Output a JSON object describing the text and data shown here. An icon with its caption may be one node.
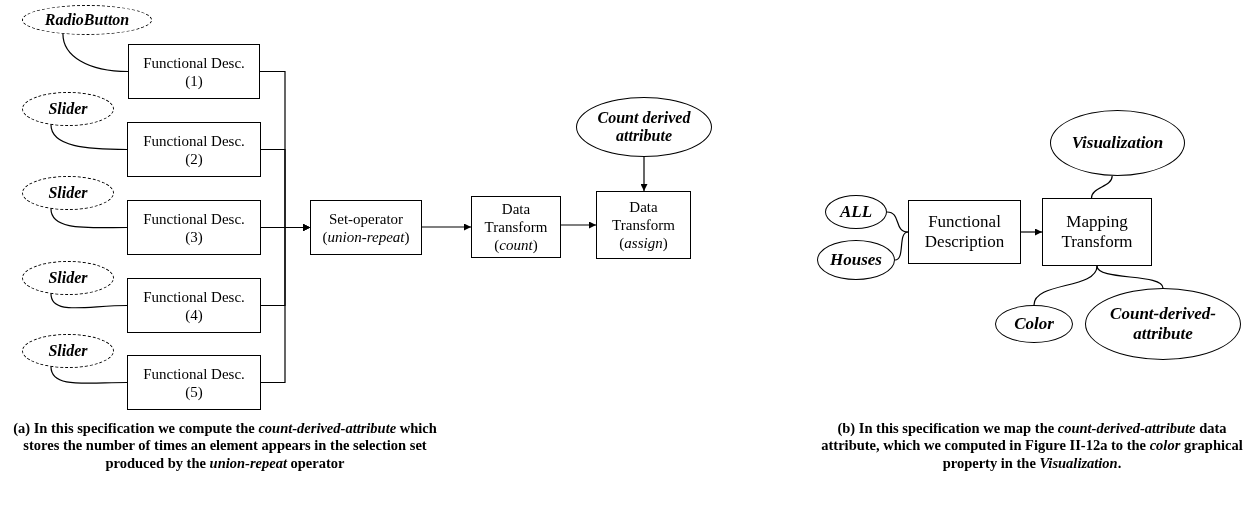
{
  "diagram": {
    "nodes": [
      {
        "text": [
          "RadioButton"
        ]
      },
      {
        "text": [
          "Functional Desc. (1)"
        ]
      },
      {
        "text": [
          "Slider"
        ]
      },
      {
        "text": [
          "Functional Desc. (2)"
        ]
      },
      {
        "text": [
          "Slider"
        ]
      },
      {
        "text": [
          "Functional Desc. (3)"
        ]
      },
      {
        "text": [
          "Slider"
        ]
      },
      {
        "text": [
          "Functional Desc. (4)"
        ]
      },
      {
        "text": [
          "Slider"
        ]
      },
      {
        "text": [
          "Functional Desc. (5)"
        ]
      },
      {
        "text": [
          "Set-operator (*union-repeat*)"
        ]
      },
      {
        "text": [
          "Data Transform (*count*)"
        ]
      },
      {
        "text": [
          "Count derived attribute"
        ]
      },
      {
        "text": [
          "Data Transform (*assign*)"
        ]
      },
      {
        "text": [
          "ALL"
        ]
      },
      {
        "text": [
          "Houses"
        ]
      },
      {
        "text": [
          "Functional Description"
        ]
      },
      {
        "text": [
          "Mapping Transform"
        ]
      },
      {
        "text": [
          "Visualization"
        ]
      },
      {
        "text": [
          "Color"
        ]
      },
      {
        "text": [
          "Count-derived-attribute"
        ]
      }
    ],
    "edges": [
      {
        "from": 0,
        "to": 1,
        "arrow": "none"
      },
      {
        "from": 2,
        "to": 3,
        "arrow": "none"
      },
      {
        "from": 4,
        "to": 5,
        "arrow": "none"
      },
      {
        "from": 6,
        "to": 7,
        "arrow": "none"
      },
      {
        "from": 8,
        "to": 9,
        "arrow": "none"
      },
      {
        "from": 1,
        "to": 10,
        "arrow": "to"
      },
      {
        "from": 3,
        "to": 10,
        "arrow": "to"
      },
      {
        "from": 5,
        "to": 10,
        "arrow": "to"
      },
      {
        "from": 7,
        "to": 10,
        "arrow": "to"
      },
      {
        "from": 9,
        "to": 10,
        "arrow": "to"
      },
      {
        "from": 10,
        "to": 11,
        "arrow": "to"
      },
      {
        "from": 11,
        "to": 13,
        "arrow": "to"
      },
      {
        "from": 12,
        "to": 13,
        "arrow": "to"
      },
      {
        "from": 14,
        "to": 16,
        "arrow": "none"
      },
      {
        "from": 15,
        "to": 16,
        "arrow": "none"
      },
      {
        "from": 16,
        "to": 17,
        "arrow": "to"
      },
      {
        "from": 18,
        "to": 17,
        "arrow": "none"
      },
      {
        "from": 17,
        "to": 19,
        "arrow": "none"
      },
      {
        "from": 17,
        "to": 20,
        "arrow": "none"
      }
    ],
    "labels": [
      "(a) In this specification we compute the *count-derived-attribute* which stores the number of times an element appears in the selection set produced by the *union-repeat* operator",
      "(b) In this specification we map the *count-derived-attribute* data attribute, which we computed in Figure II-12a to the *color* graphical property in the *Visualization*."
    ]
  }
}
